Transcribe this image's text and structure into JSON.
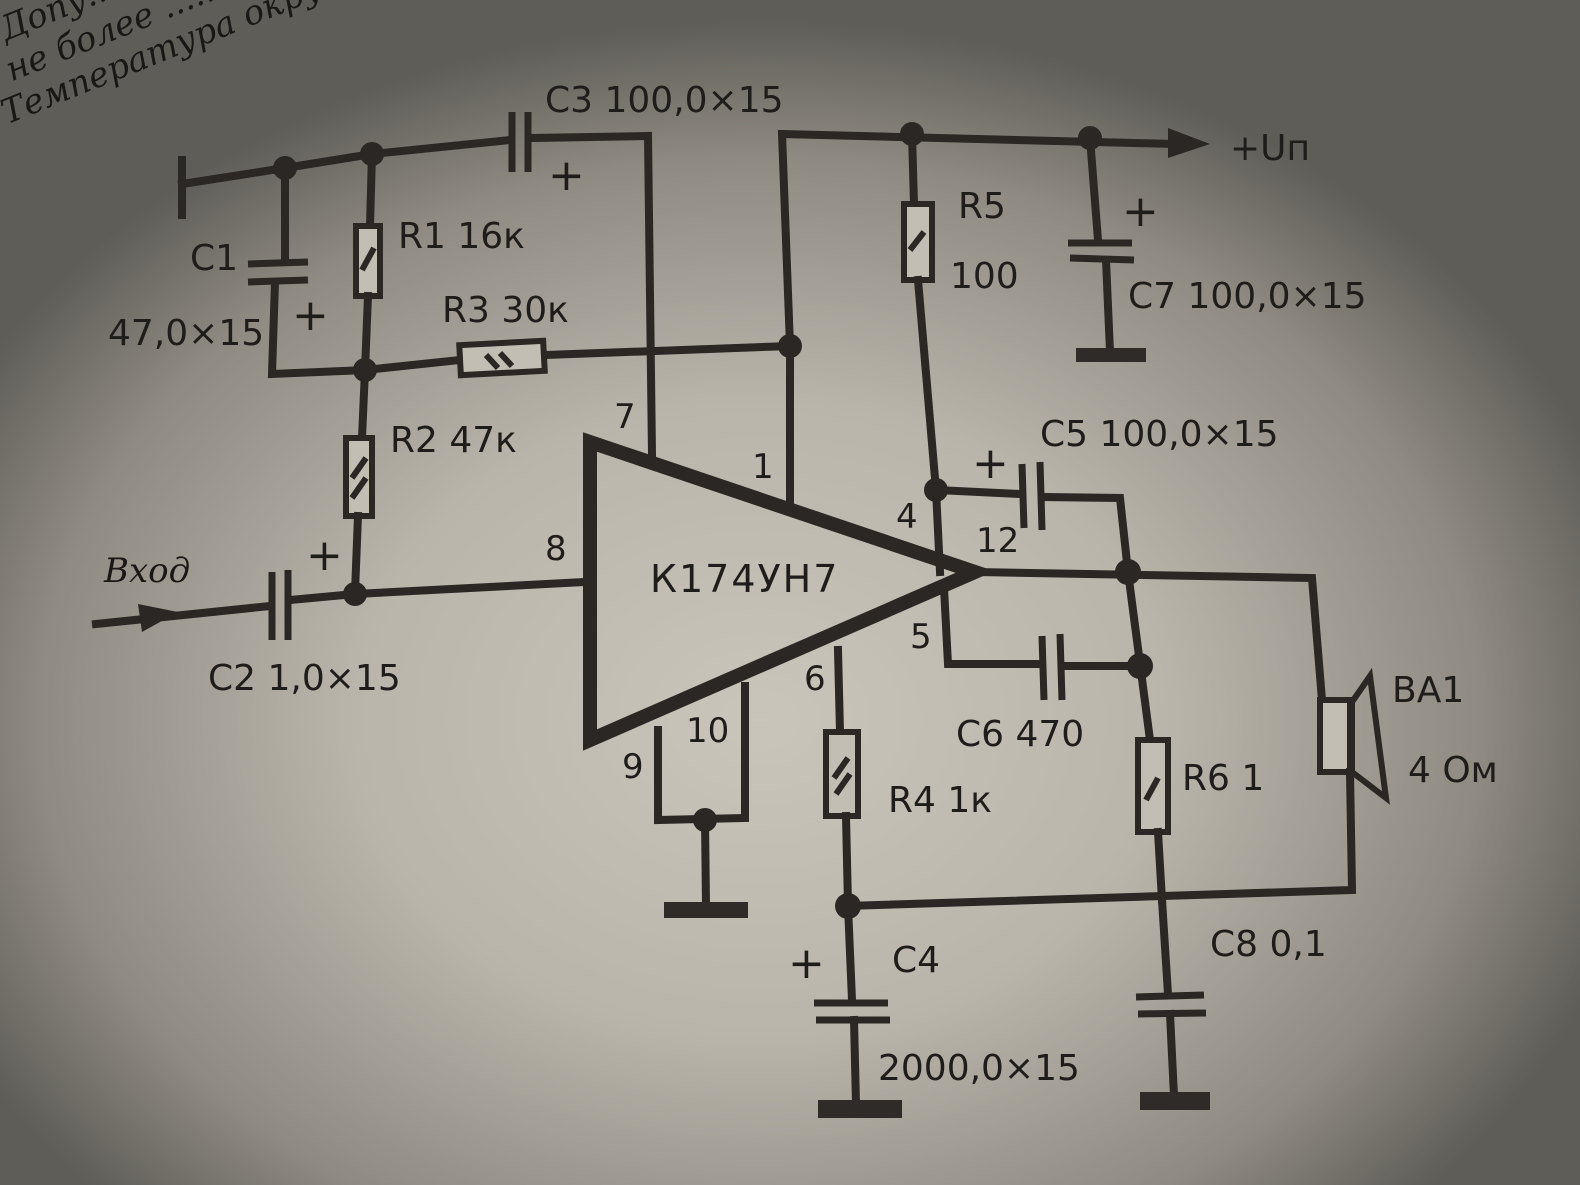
{
  "page_header_fragments": [
    "Допу...",
    "не более ......",
    "Температура окружа..."
  ],
  "ic": {
    "name": "К174УН7",
    "pins": [
      "7",
      "1",
      "8",
      "4",
      "12",
      "5",
      "6",
      "9",
      "10"
    ]
  },
  "input_label": "Вход",
  "supply_label": "+Uп",
  "components": {
    "C1": {
      "ref": "C1",
      "value": "47,0×15"
    },
    "C2": {
      "ref": "C2",
      "value": "1,0×15"
    },
    "C3": {
      "ref": "C3",
      "value": "100,0×15"
    },
    "C4": {
      "ref": "C4",
      "value": "2000,0×15"
    },
    "C5": {
      "ref": "C5",
      "value": "100,0×15"
    },
    "C6": {
      "ref": "C6",
      "value": "470"
    },
    "C7": {
      "ref": "C7",
      "value": "100,0×15"
    },
    "C8": {
      "ref": "C8",
      "value": "0,1"
    },
    "R1": {
      "ref": "R1",
      "value": "16к"
    },
    "R2": {
      "ref": "R2",
      "value": "47к"
    },
    "R3": {
      "ref": "R3",
      "value": "30к"
    },
    "R4": {
      "ref": "R4",
      "value": "1к"
    },
    "R5": {
      "ref": "R5",
      "value": "100"
    },
    "R6": {
      "ref": "R6",
      "value": "1"
    },
    "BA1": {
      "ref": "BA1",
      "value": "4 Ом"
    }
  },
  "polarity_mark": "+",
  "colors": {
    "ink": "#2a2725",
    "paper": "#c2beb4"
  }
}
